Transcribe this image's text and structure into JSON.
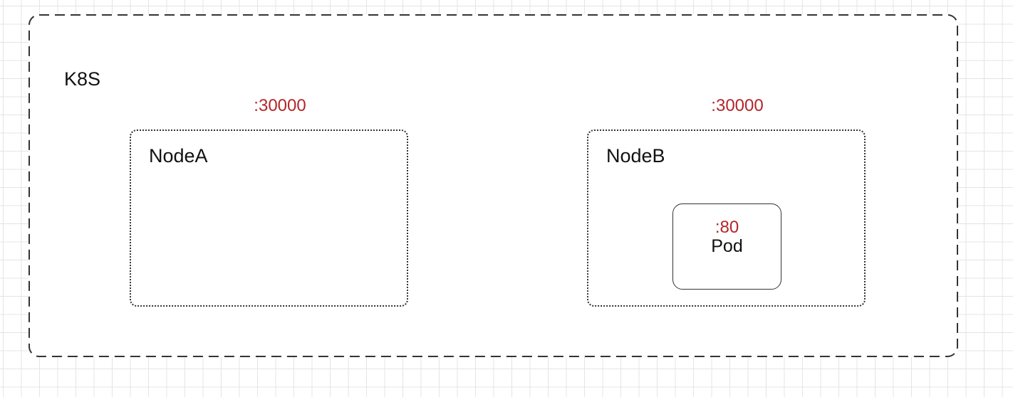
{
  "cluster": {
    "label": "K8S"
  },
  "nodes": [
    {
      "label": "NodeA",
      "port": ":30000"
    },
    {
      "label": "NodeB",
      "port": ":30000"
    }
  ],
  "pod": {
    "port": ":80",
    "label": "Pod"
  },
  "colors": {
    "port_text": "#b3262a",
    "label_text": "#111111",
    "border": "#333333",
    "grid": "#e4e4e4"
  }
}
